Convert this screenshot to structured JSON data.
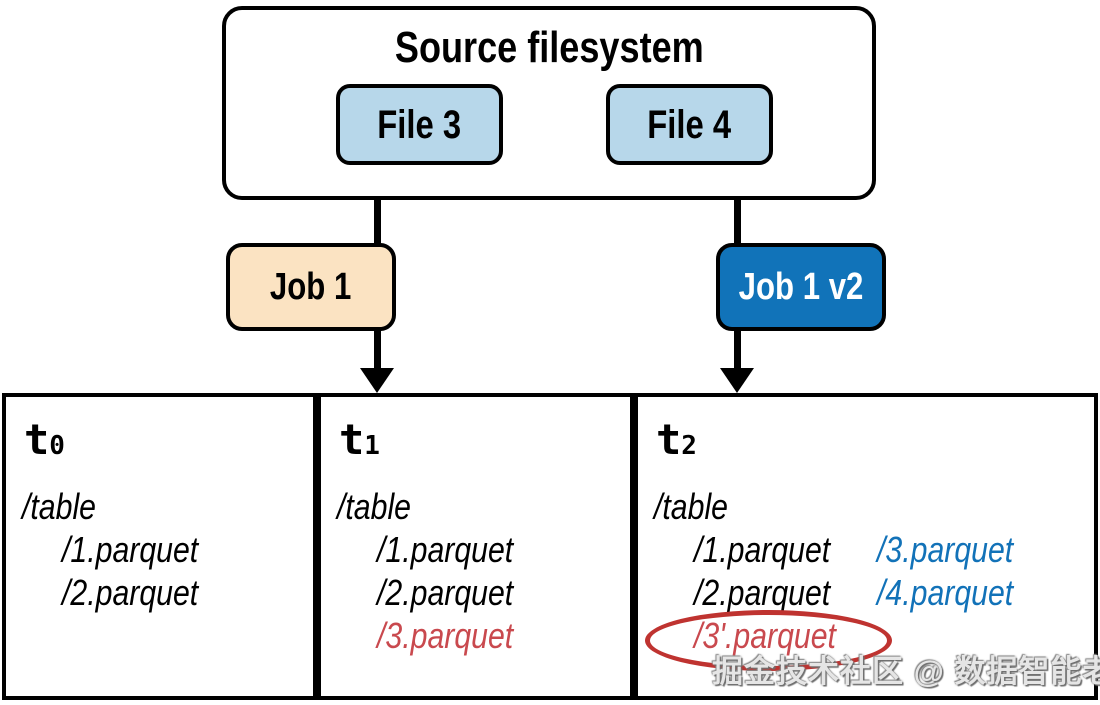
{
  "source": {
    "title": "Source filesystem",
    "files": [
      "File 3",
      "File 4"
    ]
  },
  "jobs": [
    {
      "label": "Job 1"
    },
    {
      "label": "Job 1 v2"
    }
  ],
  "snapshots": [
    {
      "label": "t",
      "sub": "0",
      "root": "/table",
      "files": [
        {
          "name": "/1.parquet",
          "color": "black"
        },
        {
          "name": "/2.parquet",
          "color": "black"
        }
      ]
    },
    {
      "label": "t",
      "sub": "1",
      "root": "/table",
      "files": [
        {
          "name": "/1.parquet",
          "color": "black"
        },
        {
          "name": "/2.parquet",
          "color": "black"
        },
        {
          "name": "/3.parquet",
          "color": "red"
        }
      ]
    },
    {
      "label": "t",
      "sub": "2",
      "root": "/table",
      "files": [
        {
          "name": "/1.parquet",
          "color": "black",
          "side": "/3.parquet",
          "side_color": "blue"
        },
        {
          "name": "/2.parquet",
          "color": "black",
          "side": "/4.parquet",
          "side_color": "blue"
        },
        {
          "name": "/3'.parquet",
          "color": "red",
          "circled": true
        }
      ]
    }
  ],
  "watermark": "掘金技术社区 @ 数据智能老司机",
  "colors": {
    "file_fill": "#b7d7ea",
    "job1_fill": "#fbe3c2",
    "job2_fill": "#1173b9",
    "link_blue": "#1272b8",
    "changed_red": "#c9494e",
    "circle_red": "#bf3330",
    "line_black": "#000000"
  }
}
